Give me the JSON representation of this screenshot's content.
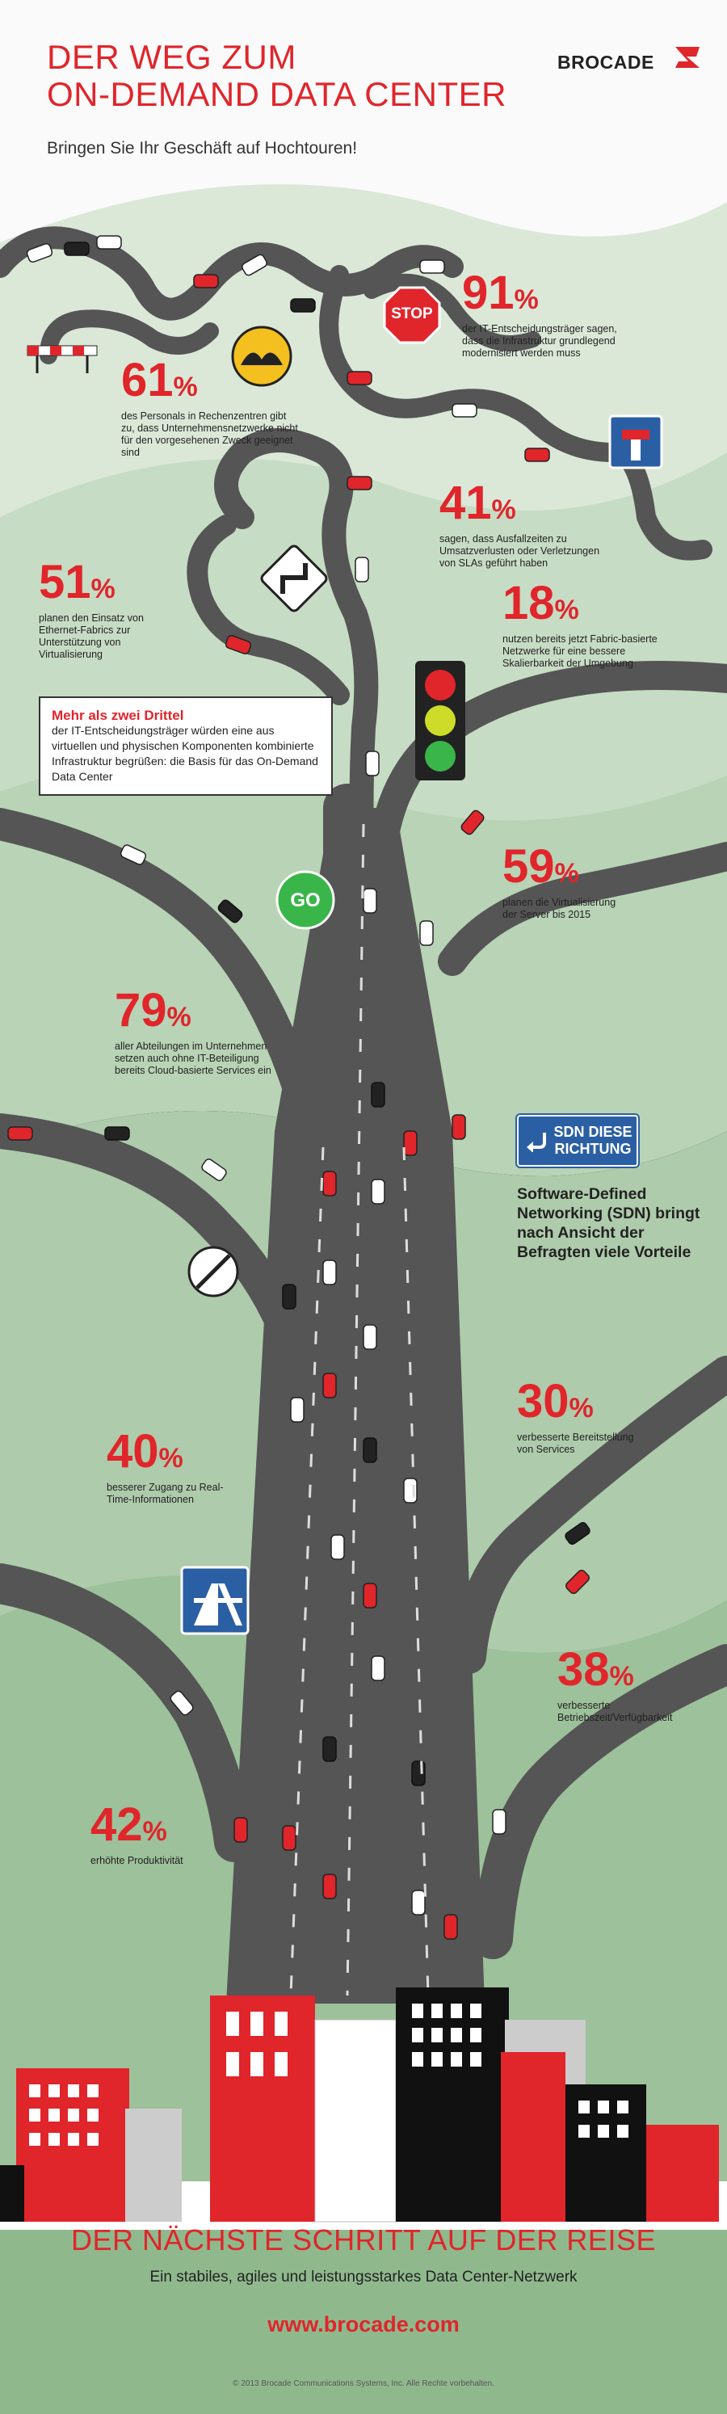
{
  "header": {
    "title_line1": "DER WEG ZUM",
    "title_line2": "ON-DEMAND DATA CENTER",
    "subtitle": "Bringen Sie Ihr Geschäft auf Hochtouren!",
    "brand": "BROCADE"
  },
  "stats": [
    {
      "value": "91",
      "unit": "%",
      "text": "der IT-Entscheidungsträger sagen, dass die Infrastruktur grundlegend modernisiert werden muss"
    },
    {
      "value": "61",
      "unit": "%",
      "text": "des Personals in Rechenzentren gibt zu, dass Unternehmensnetzwerke nicht für den vorgesehenen Zweck geeignet sind"
    },
    {
      "value": "41",
      "unit": "%",
      "text": "sagen, dass Ausfallzeiten zu Umsatzverlusten oder Verletzungen von SLAs geführt haben"
    },
    {
      "value": "51",
      "unit": "%",
      "text": "planen den Einsatz von Ethernet-Fabrics zur Unterstützung von Virtualisierung"
    },
    {
      "value": "18",
      "unit": "%",
      "text": "nutzen bereits jetzt Fabric-basierte Netzwerke für eine bessere Skalierbarkeit der Umgebung"
    },
    {
      "value": "59",
      "unit": "%",
      "text": "planen die Virtualisierung der Server bis 2015"
    },
    {
      "value": "79",
      "unit": "%",
      "text": "aller Abteilungen im Unternehmen setzen auch ohne IT-Beteiligung bereits Cloud-basierte Services ein"
    },
    {
      "value": "30",
      "unit": "%",
      "text": "verbesserte Bereitstellung von Services"
    },
    {
      "value": "40",
      "unit": "%",
      "text": "besserer Zugang zu Real-Time-Informationen"
    },
    {
      "value": "38",
      "unit": "%",
      "text": "verbesserte Betriebszeit/Verfügbarkeit"
    },
    {
      "value": "42",
      "unit": "%",
      "text": "erhöhte Produktivität"
    }
  ],
  "callout": {
    "highlight": "Mehr als zwei Drittel",
    "text": "der IT-Entscheidungsträger würden eine aus virtuellen und physischen Komponenten kombinierte Infrastruktur begrüßen: die Basis für das On-Demand Data Center"
  },
  "signs": {
    "stop": "STOP",
    "go": "GO",
    "sdn_sign_line1": "SDN DIESE",
    "sdn_sign_line2": "RICHTUNG"
  },
  "sdn_statement": "Software-Defined Networking (SDN) bringt nach Ansicht der Befragten viele Vorteile",
  "footer": {
    "title": "DER NÄCHSTE SCHRITT AUF DER REISE",
    "subtitle": "Ein stabiles, agiles und leistungsstarkes Data Center-Netzwerk",
    "url": "www.brocade.com",
    "copyright": "© 2013 Brocade Communications Systems, Inc. Alle Rechte vorbehalten."
  },
  "colors": {
    "accent_red": "#e0252b",
    "road": "#555555",
    "hill_light": "#c7dcc4",
    "hill_dark": "#9dc19a",
    "sign_blue": "#2b5fa4"
  }
}
